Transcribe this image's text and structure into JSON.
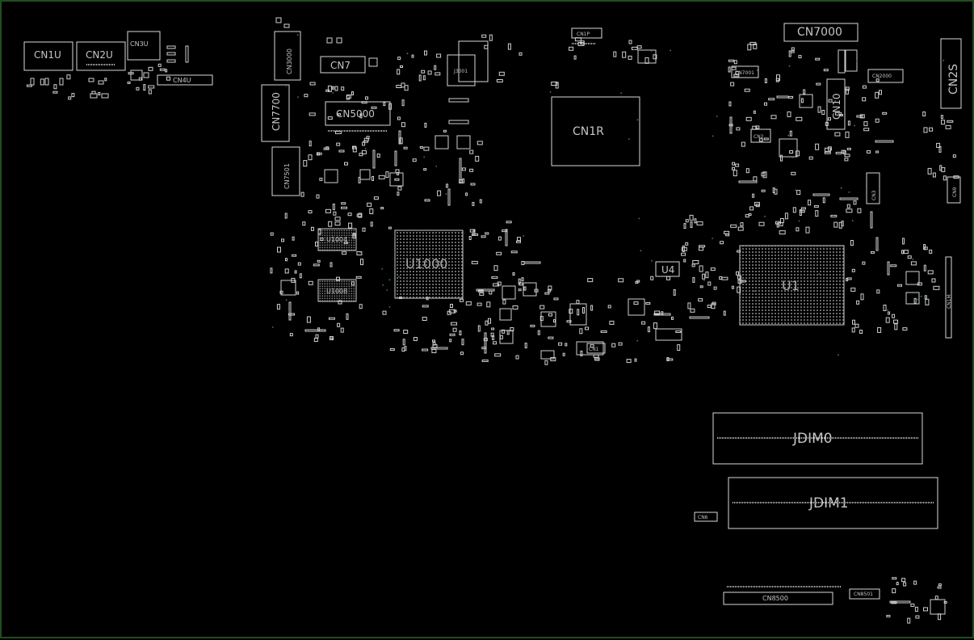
{
  "board": {
    "border_color": "#1f4d1f",
    "background": "#000000",
    "outline_color": "#d8d8d8"
  },
  "components": {
    "cn1u": "CN1U",
    "cn2u": "CN2U",
    "cn3u": "CN3U",
    "cn4u": "CN4U",
    "cn3000": "CN3000",
    "cn7": "CN7",
    "cn7700": "CN7700",
    "cn5000": "CN5000",
    "cn7501": "CN7501",
    "cn1p": "CN1P",
    "j3001": "J3001",
    "cn1r": "CN1R",
    "cn7000": "CN7000",
    "cn2s": "CN2S",
    "cn2000": "CN2000",
    "cn10": "CN10",
    "cn7001": "CN7001",
    "cn2": "CN2",
    "u1004": "U1004",
    "u1000": "U1000",
    "u1008": "U1008",
    "u4": "U4",
    "u1": "U1",
    "jdim0": "JDIM0",
    "jdim1": "JDIM1",
    "cn8500": "CN8500",
    "cn8501": "CN8501",
    "cn3": "CN3",
    "cn9": "CN9",
    "cn6": "CN6",
    "cn1": "CN1",
    "cn1m": "CN1M"
  }
}
